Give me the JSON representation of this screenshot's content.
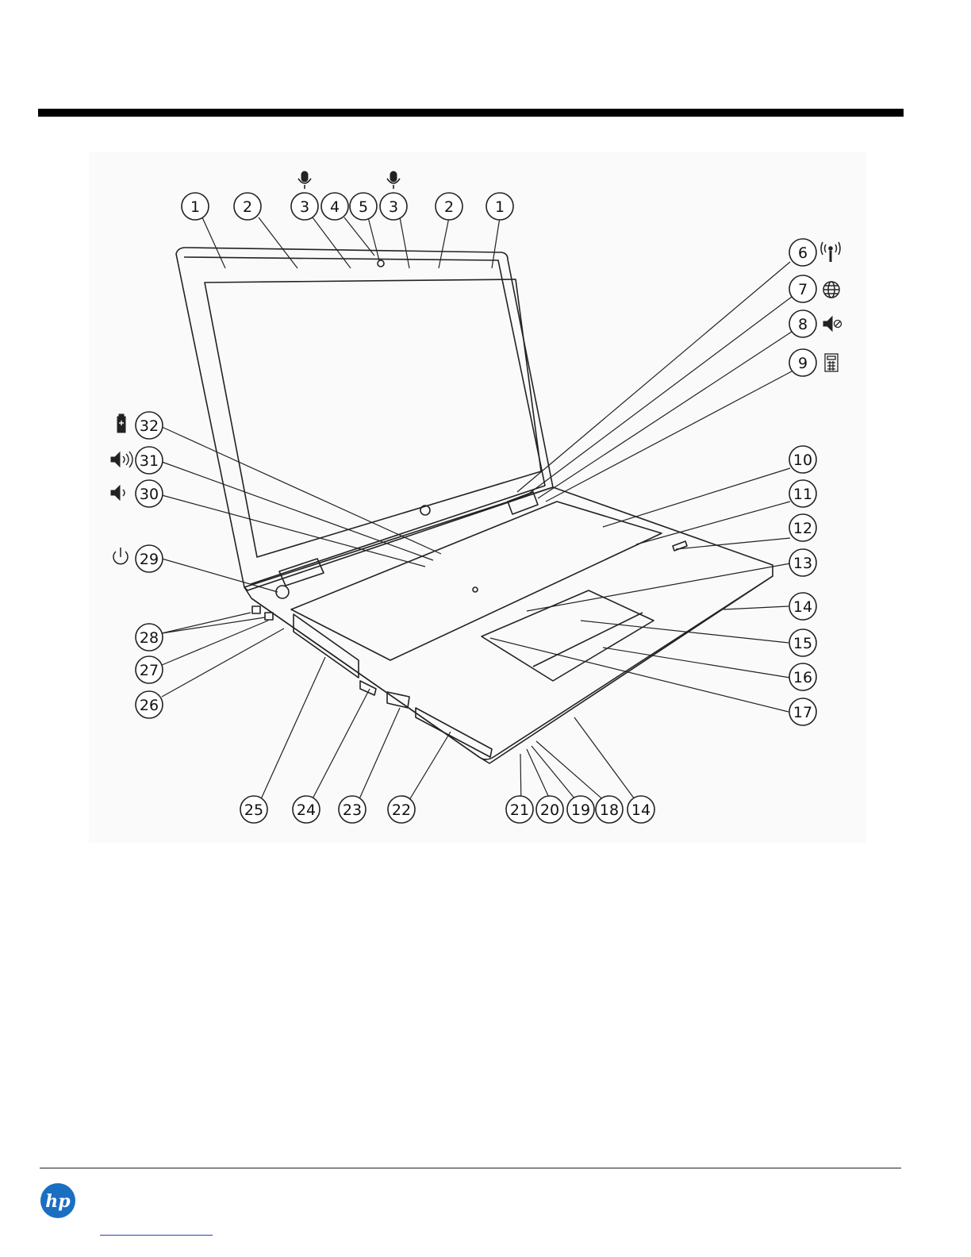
{
  "brand": {
    "logo_text": "hp",
    "color": "#1a6fc2"
  },
  "figure": {
    "callouts": [
      {
        "id": "c1a",
        "n": "1",
        "icon": ""
      },
      {
        "id": "c2a",
        "n": "2",
        "icon": ""
      },
      {
        "id": "c3a",
        "n": "3",
        "icon": "microphone-icon"
      },
      {
        "id": "c4",
        "n": "4",
        "icon": ""
      },
      {
        "id": "c5",
        "n": "5",
        "icon": ""
      },
      {
        "id": "c3b",
        "n": "3",
        "icon": "microphone-icon"
      },
      {
        "id": "c2b",
        "n": "2",
        "icon": ""
      },
      {
        "id": "c1b",
        "n": "1",
        "icon": ""
      },
      {
        "id": "c6",
        "n": "6",
        "icon": "wireless-icon"
      },
      {
        "id": "c7",
        "n": "7",
        "icon": "web-browser-icon"
      },
      {
        "id": "c8",
        "n": "8",
        "icon": "volume-mute-icon"
      },
      {
        "id": "c9",
        "n": "9",
        "icon": "calculator-icon"
      },
      {
        "id": "c10",
        "n": "10",
        "icon": ""
      },
      {
        "id": "c11",
        "n": "11",
        "icon": ""
      },
      {
        "id": "c12",
        "n": "12",
        "icon": ""
      },
      {
        "id": "c13",
        "n": "13",
        "icon": ""
      },
      {
        "id": "c14a",
        "n": "14",
        "icon": ""
      },
      {
        "id": "c15",
        "n": "15",
        "icon": ""
      },
      {
        "id": "c16",
        "n": "16",
        "icon": ""
      },
      {
        "id": "c17",
        "n": "17",
        "icon": ""
      },
      {
        "id": "c14b",
        "n": "14",
        "icon": ""
      },
      {
        "id": "c18",
        "n": "18",
        "icon": ""
      },
      {
        "id": "c19",
        "n": "19",
        "icon": ""
      },
      {
        "id": "c20",
        "n": "20",
        "icon": ""
      },
      {
        "id": "c21",
        "n": "21",
        "icon": ""
      },
      {
        "id": "c22",
        "n": "22",
        "icon": ""
      },
      {
        "id": "c23",
        "n": "23",
        "icon": ""
      },
      {
        "id": "c24",
        "n": "24",
        "icon": ""
      },
      {
        "id": "c25",
        "n": "25",
        "icon": ""
      },
      {
        "id": "c26",
        "n": "26",
        "icon": ""
      },
      {
        "id": "c27",
        "n": "27",
        "icon": ""
      },
      {
        "id": "c28",
        "n": "28",
        "icon": ""
      },
      {
        "id": "c29",
        "n": "29",
        "icon": "power-icon"
      },
      {
        "id": "c30",
        "n": "30",
        "icon": "volume-down-icon"
      },
      {
        "id": "c31",
        "n": "31",
        "icon": "volume-up-icon"
      },
      {
        "id": "c32",
        "n": "32",
        "icon": "battery-icon"
      }
    ]
  }
}
